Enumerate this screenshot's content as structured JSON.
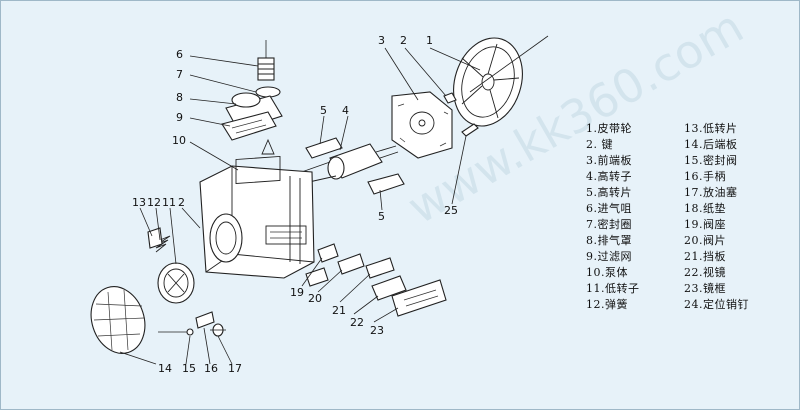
{
  "watermark": "www.kk360.com",
  "callouts": {
    "c1": "1",
    "c2": "2",
    "c2b": "2",
    "c3": "3",
    "c4": "4",
    "c5": "5",
    "c5b": "5",
    "c6": "6",
    "c7": "7",
    "c8": "8",
    "c9": "9",
    "c10": "10",
    "c11": "11",
    "c12": "12",
    "c13": "13",
    "c14": "14",
    "c15": "15",
    "c16": "16",
    "c17": "17",
    "c19": "19",
    "c20": "20",
    "c21": "21",
    "c22": "22",
    "c23": "23",
    "c25": "25"
  },
  "legend": {
    "left": [
      "1.皮带轮",
      "2. 键",
      "3.前端板",
      "4.高转子",
      "5.高转片",
      "6.进气咀",
      "7.密封圈",
      "8.排气罩",
      "9.过滤网",
      "10.泵体",
      "11.低转子",
      "12.弹簧"
    ],
    "right": [
      "13.低转片",
      "14.后端板",
      "15.密封阀",
      "16.手柄",
      "17.放油塞",
      "18.纸垫",
      "19.阀座",
      "20.阀片",
      "21.挡板",
      "22.视镜",
      "23.镜框",
      "24.定位销钉"
    ]
  }
}
